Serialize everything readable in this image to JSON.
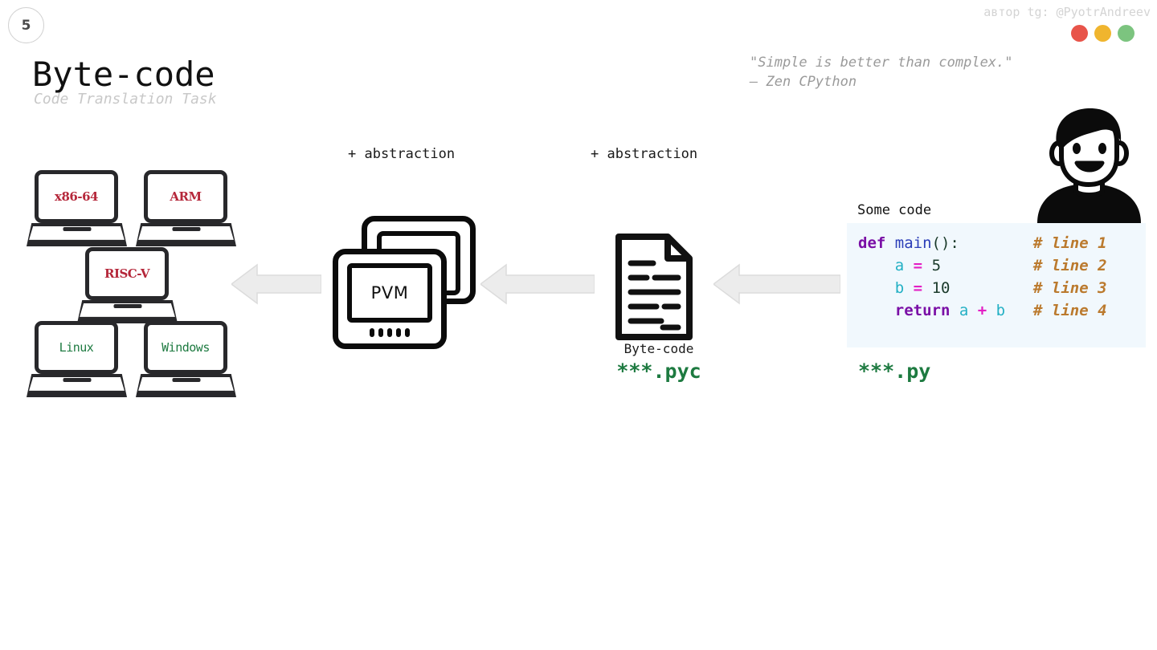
{
  "slide": {
    "number": "5",
    "title": "Byte-code",
    "subtitle": "Code Translation Task",
    "author_credit": "автор tg: @PyotrAndreev",
    "quote_line1": "\"Simple is better than complex.\"",
    "quote_line2": "— Zen CPython"
  },
  "traffic_lights": [
    {
      "name": "red",
      "color": "#e8544a"
    },
    {
      "name": "yellow",
      "color": "#f0b52e"
    },
    {
      "name": "green",
      "color": "#7cc47f"
    }
  ],
  "abstraction_labels": {
    "left": "+ abstraction",
    "right": "+ abstraction"
  },
  "laptops": [
    {
      "label": "x86-64",
      "color": "#b5273a"
    },
    {
      "label": "ARM",
      "color": "#b5273a"
    },
    {
      "label": "RISC-V",
      "color": "#b5273a"
    },
    {
      "label": "Linux",
      "color": "#1d7a40"
    },
    {
      "label": "Windows",
      "color": "#1d7a40"
    }
  ],
  "pvm": {
    "label": "PVM",
    "dot_count": 5
  },
  "bytecode": {
    "caption": "Byte-code",
    "filename": "***.pyc"
  },
  "source": {
    "caption": "Some code",
    "filename": "***.py",
    "background": "#f1f8fd",
    "lines": [
      {
        "tokens": [
          {
            "t": "def ",
            "c": "kw"
          },
          {
            "t": "main",
            "c": "fn"
          },
          {
            "t": "():",
            "c": "plain"
          }
        ],
        "comment": "# line 1"
      },
      {
        "tokens": [
          {
            "t": "    ",
            "c": "plain"
          },
          {
            "t": "a",
            "c": "var"
          },
          {
            "t": " ",
            "c": "plain"
          },
          {
            "t": "=",
            "c": "op"
          },
          {
            "t": " ",
            "c": "plain"
          },
          {
            "t": "5",
            "c": "num"
          }
        ],
        "comment": "# line 2"
      },
      {
        "tokens": [
          {
            "t": "    ",
            "c": "plain"
          },
          {
            "t": "b",
            "c": "var"
          },
          {
            "t": " ",
            "c": "plain"
          },
          {
            "t": "=",
            "c": "op"
          },
          {
            "t": " ",
            "c": "plain"
          },
          {
            "t": "10",
            "c": "num"
          }
        ],
        "comment": "# line 3"
      },
      {
        "tokens": [
          {
            "t": "    ",
            "c": "plain"
          },
          {
            "t": "return ",
            "c": "kw"
          },
          {
            "t": "a",
            "c": "var"
          },
          {
            "t": " ",
            "c": "plain"
          },
          {
            "t": "+",
            "c": "op"
          },
          {
            "t": " ",
            "c": "plain"
          },
          {
            "t": "b",
            "c": "var"
          }
        ],
        "comment": "# line 4"
      }
    ]
  },
  "arrows": [
    {
      "name": "arrow-pvm-to-machines"
    },
    {
      "name": "arrow-bytecode-to-pvm"
    },
    {
      "name": "arrow-source-to-bytecode"
    }
  ]
}
